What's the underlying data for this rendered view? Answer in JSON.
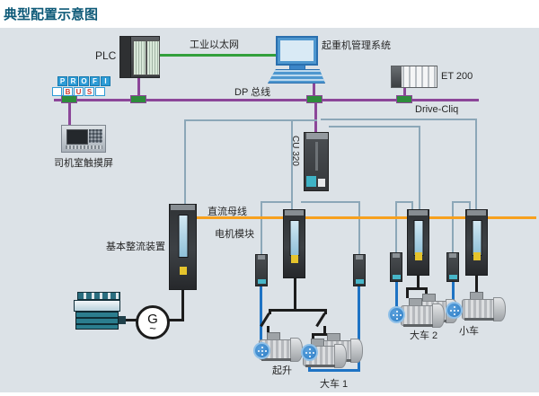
{
  "page": {
    "title": "典型配置示意图"
  },
  "labels": {
    "plc": "PLC",
    "ethernet": "工业以太网",
    "crane_system": "起重机管理系统",
    "et200": "ET 200",
    "dp_bus": "DP 总线",
    "drive_cliq": "Drive-Cliq",
    "cu320": "CU 320",
    "hmi": "司机室触摸屏",
    "dc_bus": "直流母线",
    "motor_module": "电机模块",
    "rectifier": "基本整流装置",
    "hoist": "起升",
    "gantry1": "大车 1",
    "gantry2": "大车 2",
    "trolley": "小车",
    "generator": "G",
    "generator_wave": "~"
  },
  "profibus": {
    "top": [
      "P",
      "R",
      "O",
      "F",
      "I"
    ],
    "bottom": [
      "",
      "B",
      "U",
      "S",
      ""
    ]
  },
  "colors": {
    "title": "#0e5a78",
    "panel": "#dce2e7",
    "purple": "#8c4699",
    "green": "#33a03c",
    "connector": "#2e8c3c",
    "grayline": "#8ca7b8",
    "orange": "#f7a01e",
    "blue": "#1e73c4",
    "black_line": "#1c1c1c",
    "label_text": "#262626"
  }
}
